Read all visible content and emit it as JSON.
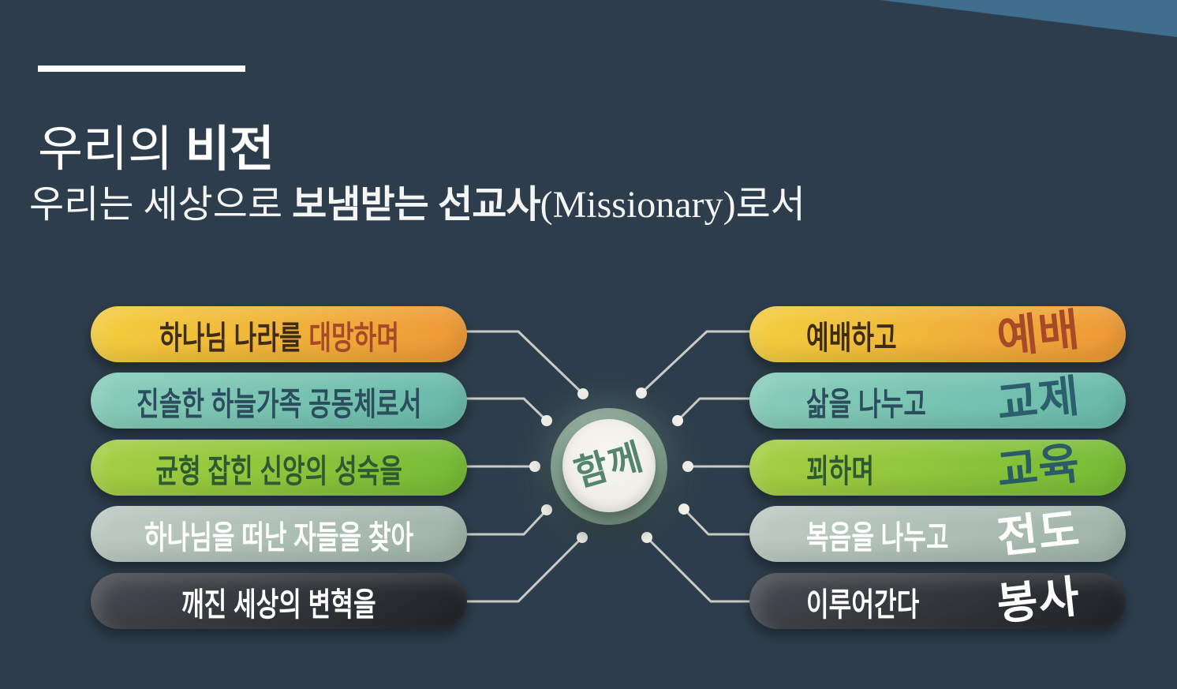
{
  "slide": {
    "title_regular": "우리의 ",
    "title_bold": "비전",
    "subtitle_pre": "우리는 세상으로 ",
    "subtitle_bold": "보냄받는 선교사",
    "subtitle_post": "(Missionary)로서"
  },
  "diagram": {
    "center_label": "함께",
    "left_pills": [
      {
        "pre": "하나님 나라를 ",
        "bold": "대망하며",
        "post": "",
        "color": "#f0b53a"
      },
      {
        "pre": "",
        "bold": "진솔한",
        "post": " 하늘가족 공동체로서",
        "color": "#79c3b2"
      },
      {
        "pre": "",
        "bold": "균형",
        "post": " 잡힌 신앙의 성숙을",
        "color": "#8cc43c"
      },
      {
        "pre": "하나님을 떠난 자들을 ",
        "bold": "찾아",
        "post": "",
        "color": "#aebfb5"
      },
      {
        "pre": "깨진 세상의 ",
        "bold": "변혁을",
        "post": "",
        "color": "#2f3237"
      }
    ],
    "right_pills": [
      {
        "label": "예배하고",
        "handwritten": "예배",
        "color": "#f0b53a",
        "hand_color": "#a8492a"
      },
      {
        "label": "삶을 나누고",
        "handwritten": "교제",
        "color": "#79c3b2",
        "hand_color": "#2c5f6e"
      },
      {
        "label": "꾀하며",
        "handwritten": "교육",
        "color": "#8cc43c",
        "hand_color": "#2b5c66"
      },
      {
        "label": "복음을 나누고",
        "handwritten": "전도",
        "color": "#aebfb5",
        "hand_color": "#ffffff"
      },
      {
        "label": "이루어간다",
        "handwritten": "봉사",
        "color": "#2f3237",
        "hand_color": "#ffffff"
      }
    ]
  },
  "colors": {
    "background": "#2d3d4b",
    "corner_triangle": "#3e6d8d",
    "title_text": "#ffffff",
    "connector_line": "#c9cbc7",
    "connector_dot": "#f6f3ed",
    "center_ring": "#7c998a",
    "center_inner": "#f4f3ee",
    "center_text": "#55866d",
    "orange_highlight": "#a8492a"
  }
}
